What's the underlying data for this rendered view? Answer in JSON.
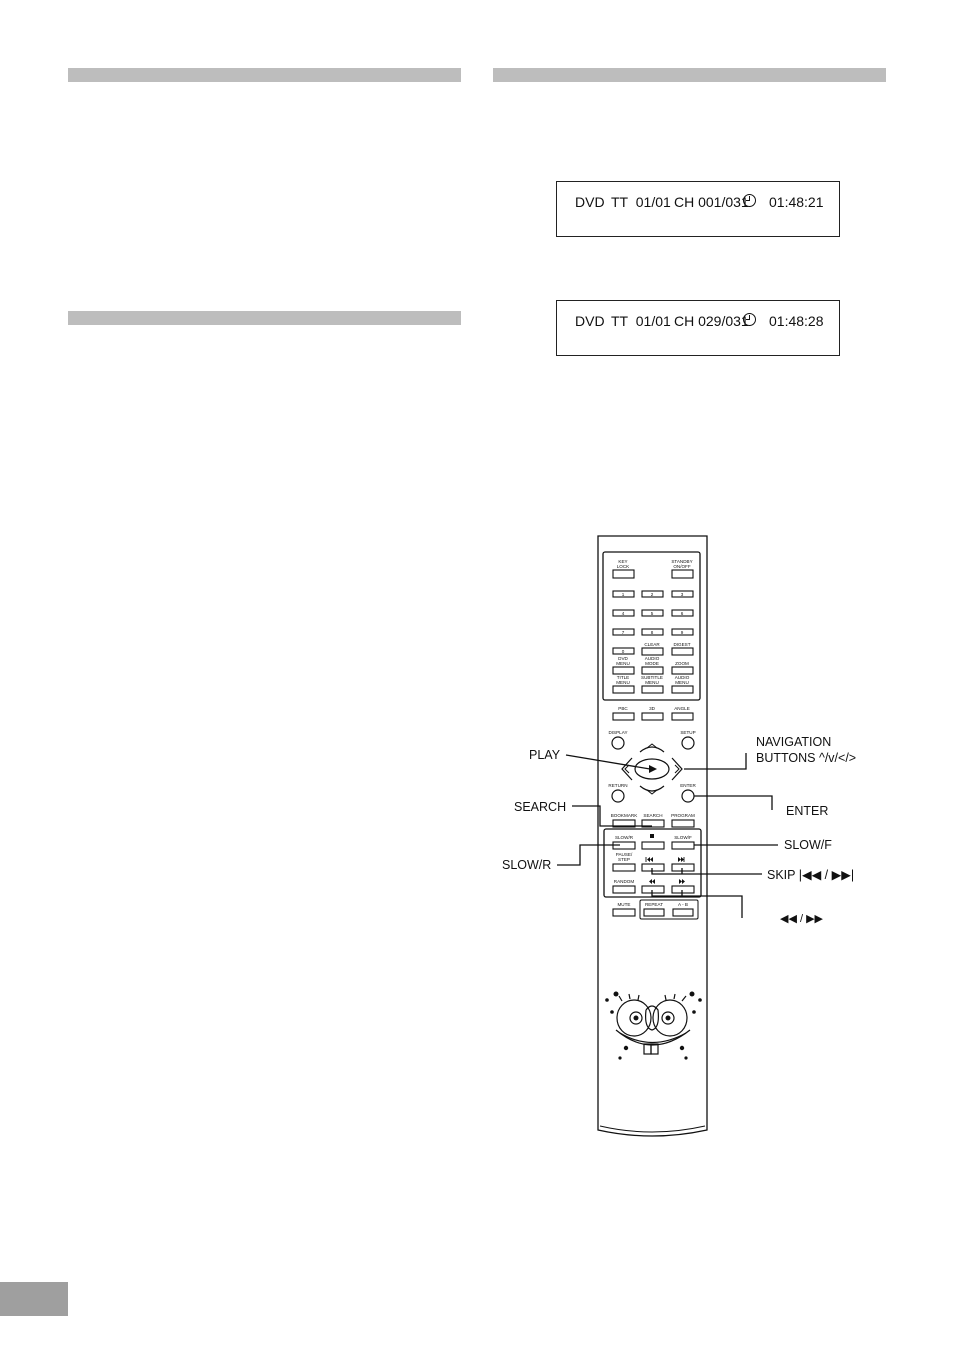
{
  "display_examples": [
    {
      "disc": "DVD",
      "title": "TT 01/01",
      "chapter": "CH 001/031",
      "time": "01:48:21"
    },
    {
      "disc": "DVD",
      "title": "TT 01/01",
      "chapter": "CH 029/031",
      "time": "01:48:28"
    }
  ],
  "remote": {
    "keys": {
      "key_lock": [
        "KEY",
        "LOCK"
      ],
      "standby": [
        "STANDBY",
        "ON/OFF"
      ],
      "digits": [
        "1",
        "2",
        "3",
        "4",
        "5",
        "6",
        "7",
        "8",
        "9",
        "0"
      ],
      "clear": "CLEAR",
      "digest": "DIGEST",
      "dvd_menu": [
        "DVD",
        "MENU"
      ],
      "audio_mode": [
        "AUDIO",
        "MODE"
      ],
      "zoom": "ZOOM",
      "title_menu": [
        "TITLE",
        "MENU"
      ],
      "subtitle_menu": [
        "SUBTITLE",
        "MENU"
      ],
      "audio_menu": [
        "AUDIO",
        "MENU"
      ],
      "pbc": "PBC",
      "three_d": "3D",
      "angle": "ANGLE",
      "display": "DISPLAY",
      "setup": "SETUP",
      "return": "RETURN",
      "enter": "ENTER",
      "bookmark": "BOOKMARK",
      "search": "SEARCH",
      "program": "PROGRAM",
      "slow_r": "SLOW/R",
      "slow_f": "SLOW/F",
      "pause_step": [
        "PAUSE/",
        "STEP"
      ],
      "random": "RANDOM",
      "mute": "MUTE",
      "repeat": "REPEAT",
      "a_b": "A - B"
    }
  },
  "callouts": {
    "play": "PLAY",
    "navigation_line1": "NAVIGATION",
    "navigation_line2": "BUTTONS ^/v/</>",
    "search": "SEARCH",
    "enter": "ENTER",
    "slow_f": "SLOW/F",
    "slow_r": "SLOW/R",
    "skip": "SKIP |◀◀ / ▶▶|",
    "fast": "◀◀ / ▶▶"
  }
}
